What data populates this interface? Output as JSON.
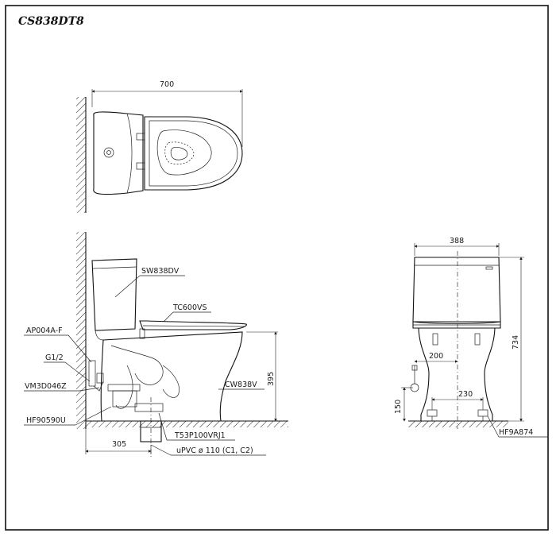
{
  "title": "CS838DT8",
  "dimensions": {
    "top_width": "700",
    "side_height": "395",
    "side_wall_offset": "305",
    "front_width": "388",
    "front_height": "734",
    "front_outlet_height": "150",
    "front_inlet_offset": "200",
    "front_bolt_spacing": "230"
  },
  "parts": {
    "tank": "SW838DV",
    "seat": "TC600VS",
    "angle_valve": "AP004A-F",
    "inlet_size": "G1/2",
    "hose": "VM3D046Z",
    "bowl": "CW838V",
    "floor_fitting": "HF90590U",
    "adapter": "T53P100VRJ1",
    "pipe": "uPVC ø 110 (C1, C2)",
    "front_fitting": "HF9A874"
  }
}
